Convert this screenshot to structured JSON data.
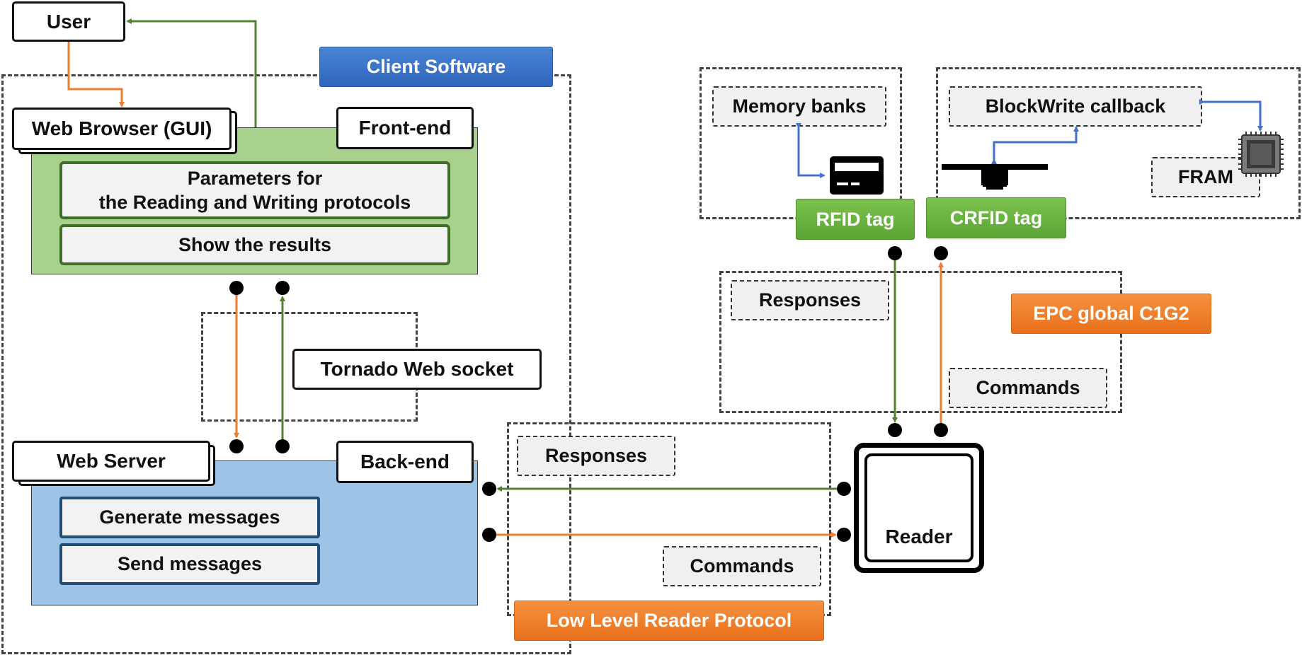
{
  "labels": {
    "user": "User",
    "client_software": "Client Software",
    "web_browser": "Web Browser (GUI)",
    "front_end": "Front-end",
    "params_line1": "Parameters for",
    "params_line2": "the Reading and Writing protocols",
    "show_results": "Show the results",
    "tornado": "Tornado Web socket",
    "web_server": "Web Server",
    "back_end": "Back-end",
    "generate_messages": "Generate messages",
    "send_messages": "Send messages",
    "llrp_responses": "Responses",
    "llrp_commands": "Commands",
    "llrp": "Low Level Reader Protocol",
    "reader": "Reader",
    "epc_responses": "Responses",
    "epc_commands": "Commands",
    "epc": "EPC global C1G2",
    "memory_banks": "Memory banks",
    "rfid_tag": "RFID tag",
    "blockwrite": "BlockWrite callback",
    "fram": "FRAM",
    "crfid_tag": "CRFID tag"
  },
  "colors": {
    "green_arrow": "#548235",
    "orange_arrow": "#ed7d31",
    "blue_arrow": "#4472c4",
    "frontend_fill": "#a9d18e",
    "backend_fill": "#9dc3e6"
  },
  "icons": {
    "rfid_card": "card-icon",
    "crfid_antenna": "antenna-chip-icon",
    "fram_chip": "chip-icon"
  }
}
